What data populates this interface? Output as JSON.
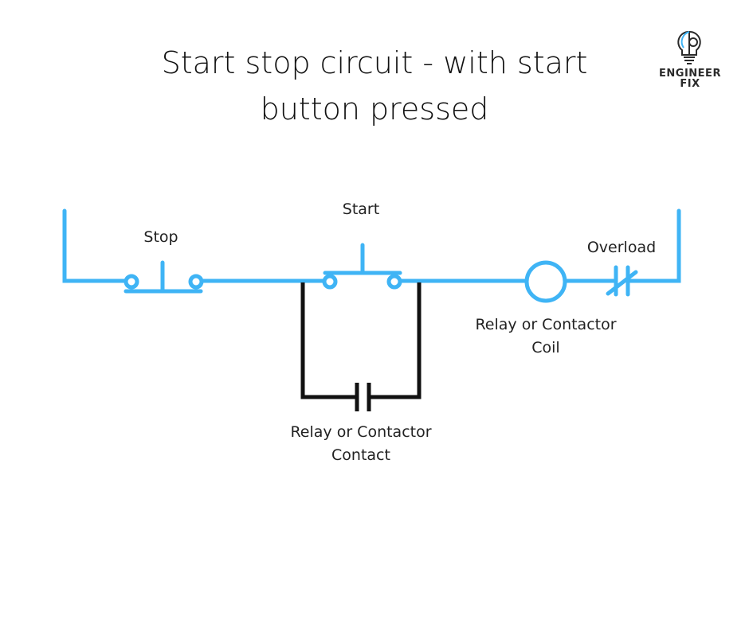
{
  "title": "Start stop circuit - with start button pressed",
  "title_lines": [
    "Start stop circuit - with start",
    "button pressed"
  ],
  "logo": {
    "line1": "ENGINEER",
    "line2": "FIX",
    "icon": "lightbulb-gear-icon"
  },
  "labels": {
    "stop": "Stop",
    "start": "Start",
    "overload": "Overload",
    "coil_line1": "Relay or Contactor",
    "coil_line2": "Coil",
    "contact_line1": "Relay or Contactor",
    "contact_line2": "Contact"
  },
  "colors": {
    "energized": "#3fb4f5",
    "de_energized": "#111111"
  }
}
